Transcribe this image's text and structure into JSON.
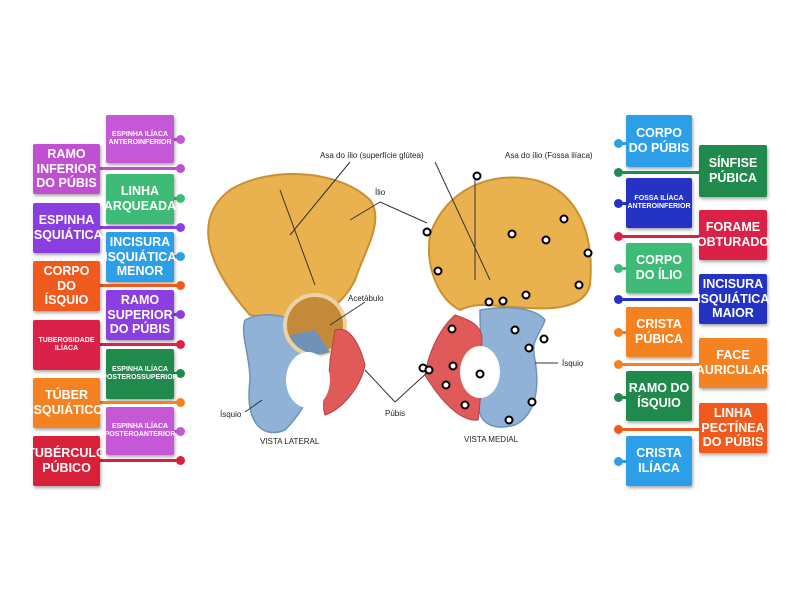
{
  "left_labels": [
    {
      "text": "ESPINHA ILÍACA ANTEROINFERIOR",
      "color": "#c558d6",
      "size": "small"
    },
    {
      "text": "RAMO INFERIOR DO PÚBIS",
      "color": "#c04fd2",
      "size": "big"
    },
    {
      "text": "LINHA ARQUEADA",
      "color": "#3dbb77",
      "size": "big"
    },
    {
      "text": "ESPINHA ISQUIÁTICA",
      "color": "#8a3ee0",
      "size": "big"
    },
    {
      "text": "INCISURA ISQUIÁTICA MENOR",
      "color": "#2d9fe8",
      "size": "big"
    },
    {
      "text": "CORPO DO ÍSQUIO",
      "color": "#f05a1c",
      "size": "big"
    },
    {
      "text": "RAMO SUPERIOR DO PÚBIS",
      "color": "#8b3fe0",
      "size": "big"
    },
    {
      "text": "TUBEROSIDADE ILÍACA",
      "color": "#dc2148",
      "size": "small"
    },
    {
      "text": "ESPINHA ILÍACA POSTEROSSUPERIOR",
      "color": "#1f8a4b",
      "size": "small"
    },
    {
      "text": "TÚBER ISQUIÁTICO",
      "color": "#f58220",
      "size": "big"
    },
    {
      "text": "ESPINHA ILÍACA POSTEROANTERIOR",
      "color": "#c558d6",
      "size": "small"
    },
    {
      "text": "TUBÉRCULO PÚBICO",
      "color": "#d8203b",
      "size": "big"
    }
  ],
  "right_labels": [
    {
      "text": "CORPO DO PÚBIS",
      "color": "#2d9fe8",
      "size": "big"
    },
    {
      "text": "SÍNFISE PÚBICA",
      "color": "#1f8a4b",
      "size": "big"
    },
    {
      "text": "FOSSA ILÍACA ANTEROINFERIOR",
      "color": "#2433c4",
      "size": "small"
    },
    {
      "text": "FORAME OBTURADO",
      "color": "#dc2148",
      "size": "big"
    },
    {
      "text": "CORPO DO ÍLIO",
      "color": "#3dbb77",
      "size": "big"
    },
    {
      "text": "INCISURA ISQUIÁTICA MAIOR",
      "color": "#2433c4",
      "size": "big"
    },
    {
      "text": "CRISTA PÚBICA",
      "color": "#f58220",
      "size": "big"
    },
    {
      "text": "FACE AURICULAR",
      "color": "#f58220",
      "size": "big"
    },
    {
      "text": "RAMO DO ÍSQUIO",
      "color": "#1f8a4b",
      "size": "big"
    },
    {
      "text": "LINHA PECTÍNEA DO PÚBIS",
      "color": "#f05a1c",
      "size": "big"
    },
    {
      "text": "CRISTA ILÍACA",
      "color": "#2d9fe8",
      "size": "big"
    }
  ],
  "diagram": {
    "label_asa_glutea": "Asa do ílio (superfície glútea)",
    "label_asa_fossa": "Asa do ílio (Fossa ilíaca)",
    "label_ilio": "Ílio",
    "label_acetabulo": "Acetábulo",
    "label_pubis": "Púbis",
    "label_isquio_left": "Ísquio",
    "label_isquio_right": "Ísquio",
    "label_vista_lateral": "VISTA LATERAL",
    "label_vista_medial": "VISTA MEDIAL",
    "colors": {
      "ilium": "#e9b24f",
      "ischium": "#8fb2d6",
      "pubis": "#e05a5a"
    }
  }
}
